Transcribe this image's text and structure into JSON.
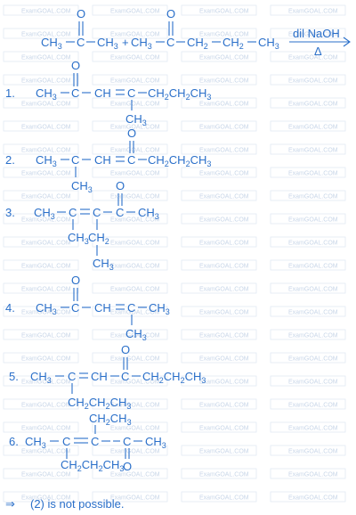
{
  "watermark": "ExamGOAL.COM",
  "colors": {
    "ink": "#2a6fc9",
    "watermark": "#c8d6e8",
    "background": "#ffffff"
  },
  "reaction": {
    "ch3": "CH",
    "sub3": "3",
    "plus": "+",
    "ch2": "CH",
    "sub2": "2",
    "O": "O",
    "C": "C",
    "condition_top": "dil NaOH",
    "condition_bottom": "Δ"
  },
  "options": [
    {
      "number": "1."
    },
    {
      "number": "2."
    },
    {
      "number": "3."
    },
    {
      "number": "4."
    },
    {
      "number": "5."
    },
    {
      "number": "6."
    }
  ],
  "fragments": {
    "CH": "CH",
    "CH3": "CH",
    "CH2CH2CH3": "CH",
    "CH2CH3": "CH",
    "three": "3",
    "two": "2"
  },
  "conclusion": {
    "arrow": "⇒",
    "text": "(2) is not possible."
  }
}
